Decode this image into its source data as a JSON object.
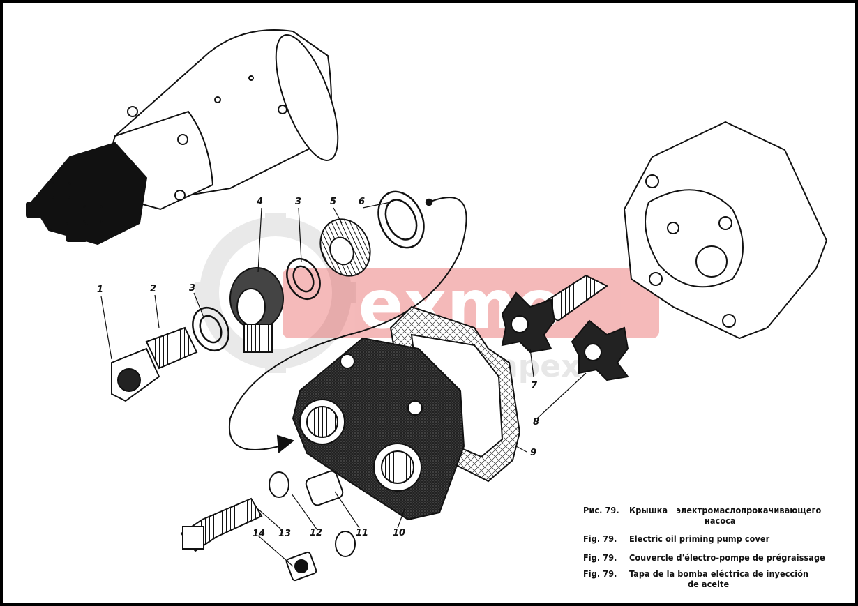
{
  "labels": [
    "1",
    "2",
    "3",
    "3",
    "4",
    "5",
    "6",
    "7",
    "8",
    "9",
    "10",
    "11",
    "12",
    "13",
    "14"
  ],
  "watermark": {
    "text_top": "exmo",
    "text_bottom": "zapex",
    "color": "#e23a3a"
  },
  "caption": {
    "ru": {
      "prefix": "Рис. 79.",
      "text": "Крышка   электромаслопрокачивающего",
      "cont": "насоса"
    },
    "en": {
      "prefix": "Fig. 79.",
      "text": "Electric oil priming pump cover"
    },
    "fr": {
      "prefix": "Fig. 79.",
      "text": "Couvercle d'électro-pompe de prégraissage"
    },
    "es": {
      "prefix": "Fig. 79.",
      "text": "Tapa de la bomba eléctrica de inyección",
      "cont": "de aceite"
    }
  }
}
